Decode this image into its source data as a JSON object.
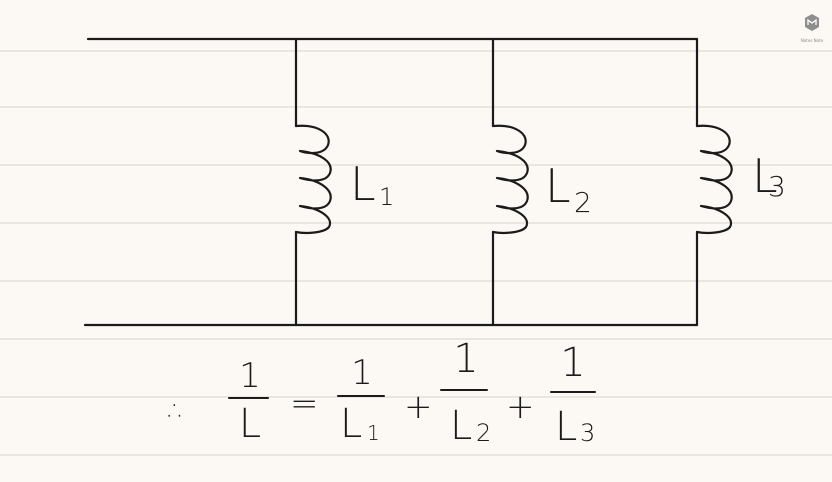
{
  "circuit": {
    "inductors": [
      {
        "label": "L",
        "subscript": "1"
      },
      {
        "label": "L",
        "subscript": "2"
      },
      {
        "label": "L",
        "subscript": "3"
      }
    ]
  },
  "formula": {
    "therefore": "∴",
    "equals": "=",
    "plus": "+",
    "numerator": "1",
    "lhs": {
      "label": "L"
    },
    "terms": [
      {
        "label": "L",
        "subscript": "1"
      },
      {
        "label": "L",
        "subscript": "2"
      },
      {
        "label": "L",
        "subscript": "3"
      }
    ]
  },
  "logo": {
    "icon": "notes-app-logo-icon",
    "caption": "Notes Note"
  }
}
